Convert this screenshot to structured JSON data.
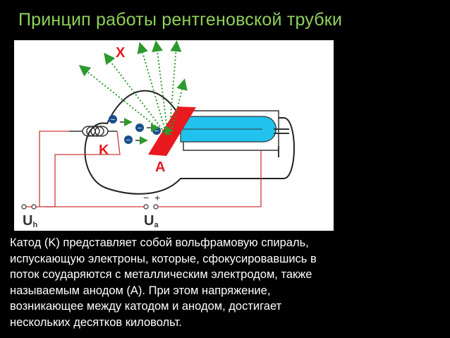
{
  "slide": {
    "title": "Принцип работы рентгеновской трубки"
  },
  "diagram": {
    "label_x": "X",
    "label_cathode": "K",
    "label_anode": "A",
    "electron_sign": "−",
    "label_uh_main": "U",
    "label_uh_sub": "h",
    "label_ua_main": "U",
    "label_ua_sub": "a",
    "sign_minus": "−",
    "sign_plus": "+",
    "colors": {
      "ray": "#2e9a2e",
      "anode": "#e8191f",
      "coolant": "#22c2ee",
      "wire": "#cc3a3a",
      "label": "#e8191f",
      "electron": "#1a4f8a"
    }
  },
  "body": {
    "lines": [
      "Катод (K) представляет собой вольфрамовую спираль,",
      "испускающую электроны, которые, сфокусировавшись в",
      "поток соударяются с металлическим электродом, также",
      "называемым анодом (A). При этом напряжение,",
      "возникающее между катодом и анодом, достигает",
      "нескольких десятков киловольт."
    ]
  }
}
